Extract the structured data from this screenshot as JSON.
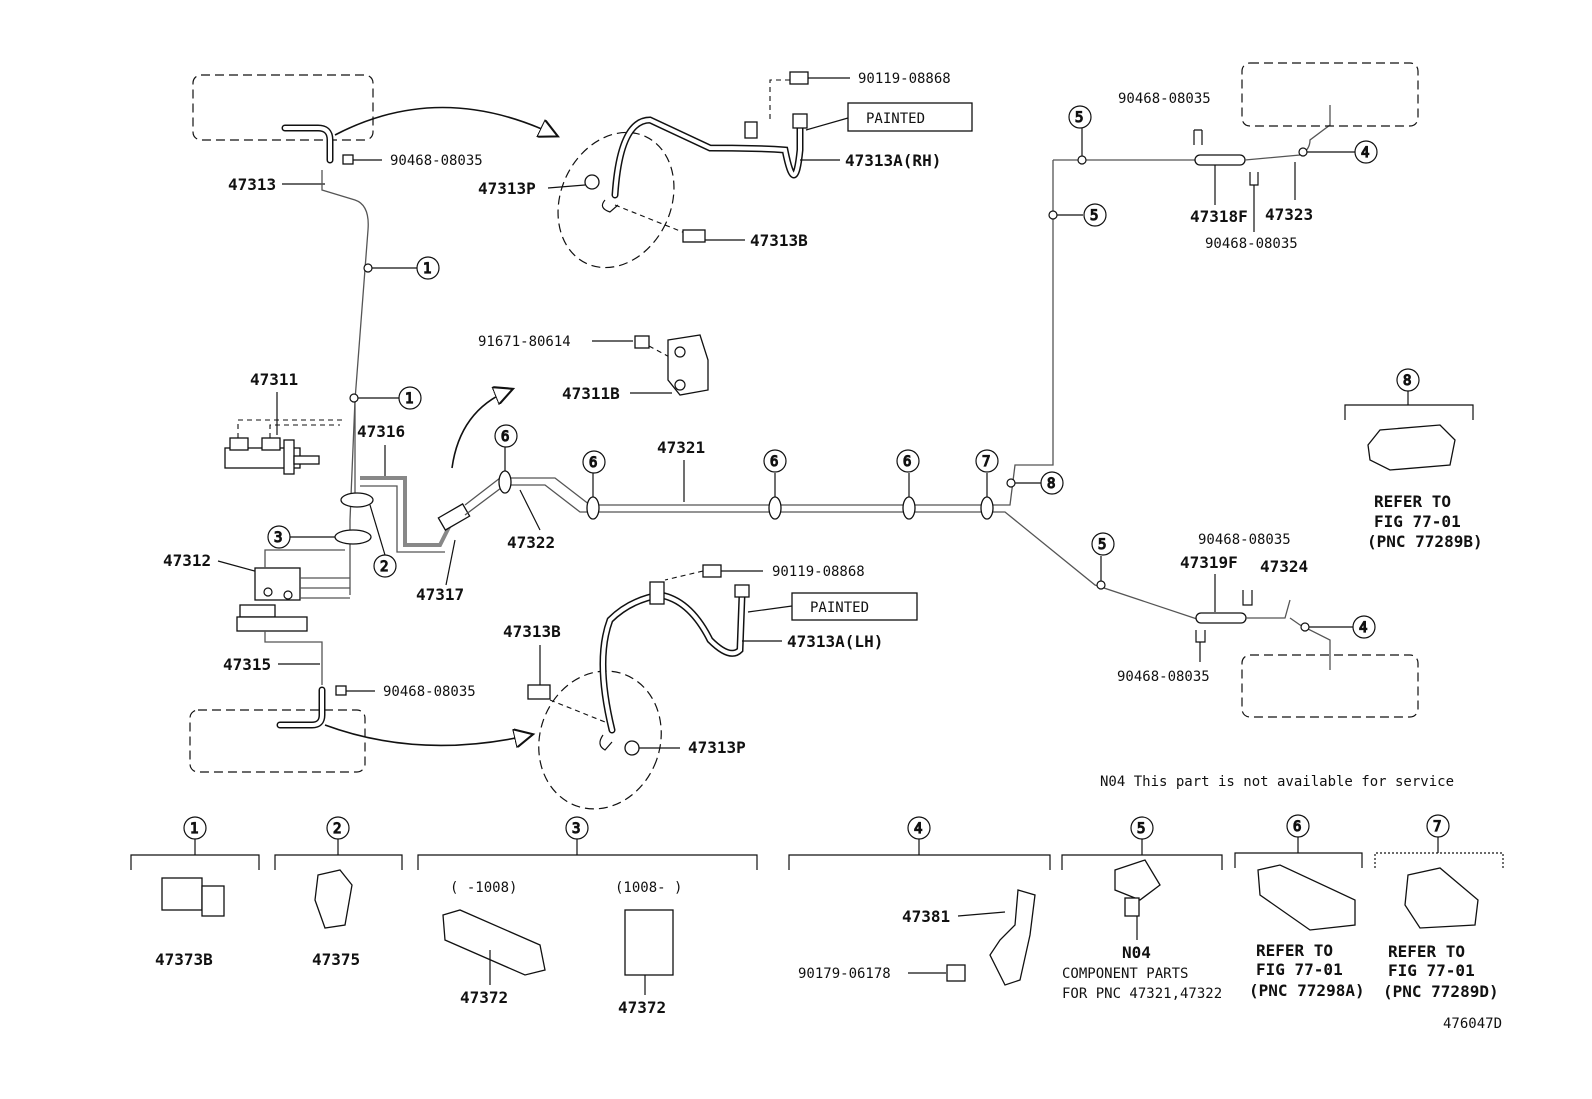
{
  "part_labels": {
    "p47313": "47313",
    "p47313P_top": "47313P",
    "p47313B_top": "47313B",
    "p47313A_RH": "47313A(RH)",
    "p90119_top": "90119-08868",
    "p90468_tl": "90468-08035",
    "p91671": "91671-80614",
    "p47311B": "47311B",
    "p47311": "47311",
    "p47316": "47316",
    "p47312": "47312",
    "p47317": "47317",
    "p47322": "47322",
    "p47321": "47321",
    "p47315": "47315",
    "p90468_bl": "90468-08035",
    "p47313B_bot": "47313B",
    "p47313P_bot": "47313P",
    "p90119_bot": "90119-08868",
    "p47313A_LH": "47313A(LH)",
    "p90468_tr1": "90468-08035",
    "p47318F": "47318F",
    "p47323": "47323",
    "p90468_tr2": "90468-08035",
    "p90468_br1": "90468-08035",
    "p47319F": "47319F",
    "p47324": "47324",
    "p90468_br2": "90468-08035"
  },
  "painted_label": "PAINTED",
  "callouts": [
    "1",
    "2",
    "3",
    "4",
    "5",
    "6",
    "7",
    "8"
  ],
  "refer_8": [
    "REFER TO",
    "FIG 77-01",
    "(PNC 77289B)"
  ],
  "note_n04": "N04 This part is not available for service",
  "legend": {
    "g1": {
      "num": "1",
      "part": "47373B"
    },
    "g2": {
      "num": "2",
      "part": "47375"
    },
    "g3": {
      "num": "3",
      "range_a": "(   -1008)",
      "range_b": "(1008-   )",
      "part_a": "47372",
      "part_b": "47372"
    },
    "g4": {
      "num": "4",
      "part_a": "47381",
      "part_b": "90179-06178"
    },
    "g5": {
      "num": "5",
      "code": "N04",
      "line1": "COMPONENT PARTS",
      "line2": "FOR PNC 47321,47322"
    },
    "g6": {
      "num": "6",
      "line1": "REFER TO",
      "line2": "FIG 77-01",
      "line3": "(PNC 77298A)"
    },
    "g7": {
      "num": "7",
      "line1": "REFER TO",
      "line2": "FIG 77-01",
      "line3": "(PNC 77289D)"
    }
  },
  "figure_id": "476047D"
}
